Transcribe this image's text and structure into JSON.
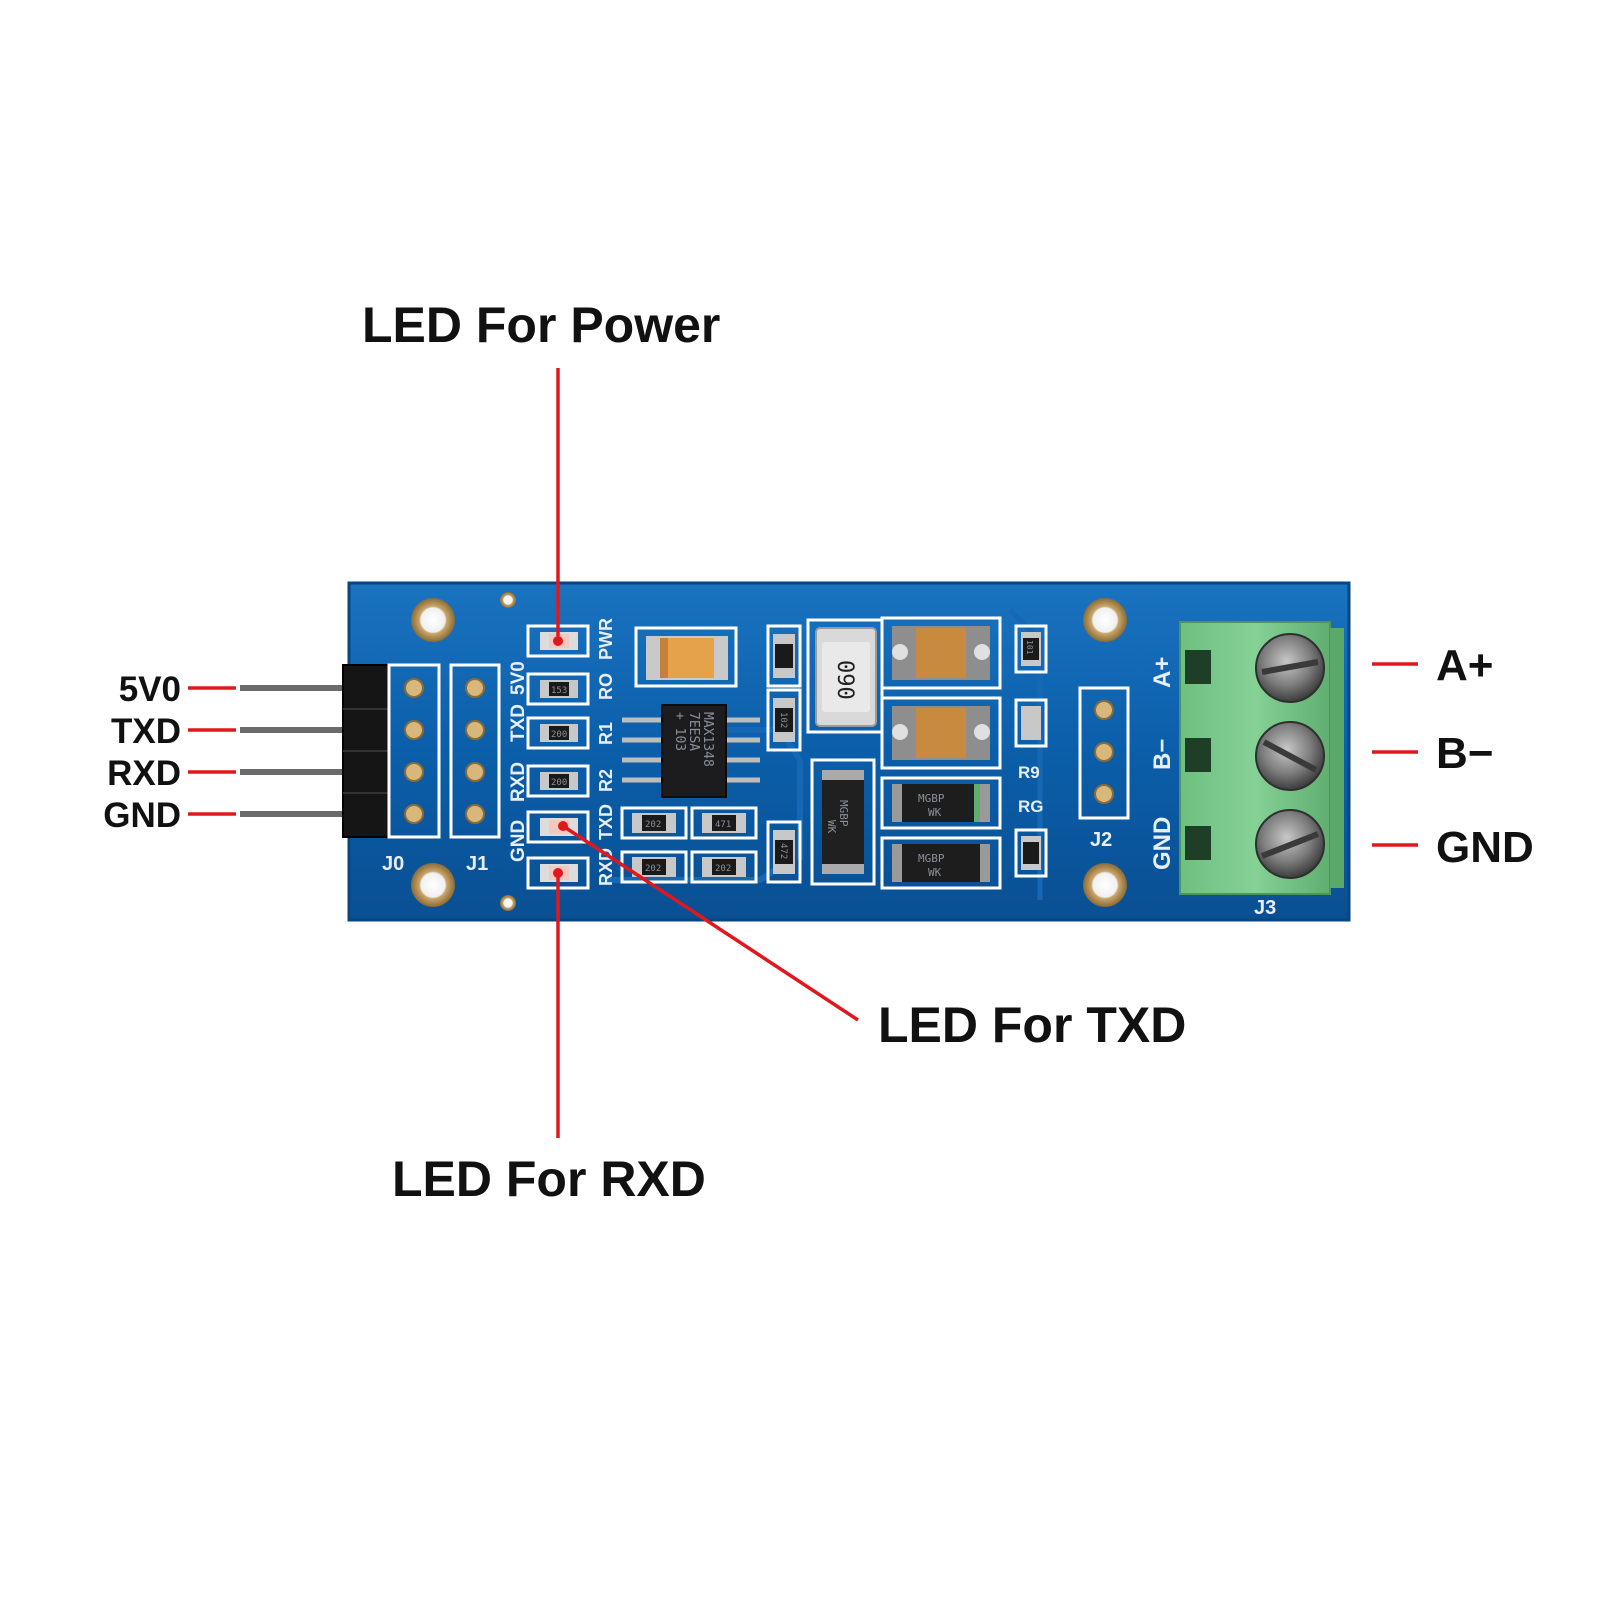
{
  "callouts": {
    "led_power": "LED For Power",
    "led_txd": "LED For TXD",
    "led_rxd": "LED For RXD"
  },
  "left_pins": [
    "5V0",
    "TXD",
    "RXD",
    "GND"
  ],
  "right_terminals": [
    "A+",
    "B−",
    "GND"
  ],
  "silkscreen": {
    "j0": "J0",
    "j1": "J1",
    "j2": "J2",
    "j3": "J3",
    "vertical_left": [
      "5V0",
      "TXD",
      "RXD",
      "GND"
    ],
    "vertical_mid": [
      "PWR",
      "RO",
      "R1",
      "R2",
      "TXD",
      "RXD"
    ],
    "r9": "R9",
    "rg": "RG",
    "terminal_vertical": [
      "A+",
      "B−",
      "GND"
    ]
  },
  "chip": {
    "line1": "MAX1348",
    "line2": "7EESA",
    "line3": "+ 103"
  },
  "inductor_label": "090",
  "diodes": [
    "MGBP",
    "MGBP"
  ],
  "diode_sub": [
    "WK",
    "WK"
  ],
  "tvs_label": "MGBP",
  "tvs_sub": "WK",
  "resistors": {
    "r153": "153",
    "r200a": "200",
    "r200b": "200",
    "r202a": "202",
    "r202b": "202",
    "r471a": "471",
    "r202c": "202",
    "r472": "472",
    "r101": "101",
    "r102": "102"
  },
  "colors": {
    "pcb": "#0a5aa3",
    "leader": "#e0181e",
    "terminal": "#79c88a"
  }
}
